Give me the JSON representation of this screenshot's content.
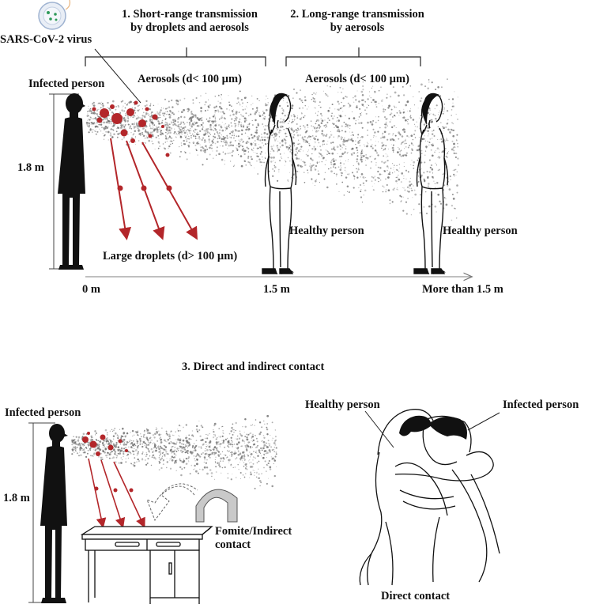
{
  "top": {
    "virus_label": "SARS-CoV-2 virus",
    "section1_line1": "1. Short-range transmission",
    "section1_line2": "by droplets and aerosols",
    "section2_line1": "2. Long-range transmission",
    "section2_line2": "by aerosols",
    "aerosols_label_1": "Aerosols (d< 100 µm)",
    "aerosols_label_2": "Aerosols (d< 100 µm)",
    "infected_label": "Infected person",
    "height_label": "1.8 m",
    "droplets_label": "Large droplets (d> 100 µm)",
    "healthy_label_1": "Healthy person",
    "healthy_label_2": "Healthy person",
    "distance_0": "0 m",
    "distance_mid": "1.5 m",
    "distance_far": "More than 1.5 m"
  },
  "bottom": {
    "section3_title": "3. Direct and indirect contact",
    "infected_label": "Infected person",
    "height_label": "1.8 m",
    "fomite_line1": "Fomite/Indirect",
    "fomite_line2": "contact",
    "hug_healthy_label": "Healthy person",
    "hug_infected_label": "Infected person",
    "direct_contact_label": "Direct contact"
  },
  "colors": {
    "droplet_red": "#b3262a",
    "aerosol_gray": "#6b6b6b",
    "silhouette": "#111111"
  }
}
